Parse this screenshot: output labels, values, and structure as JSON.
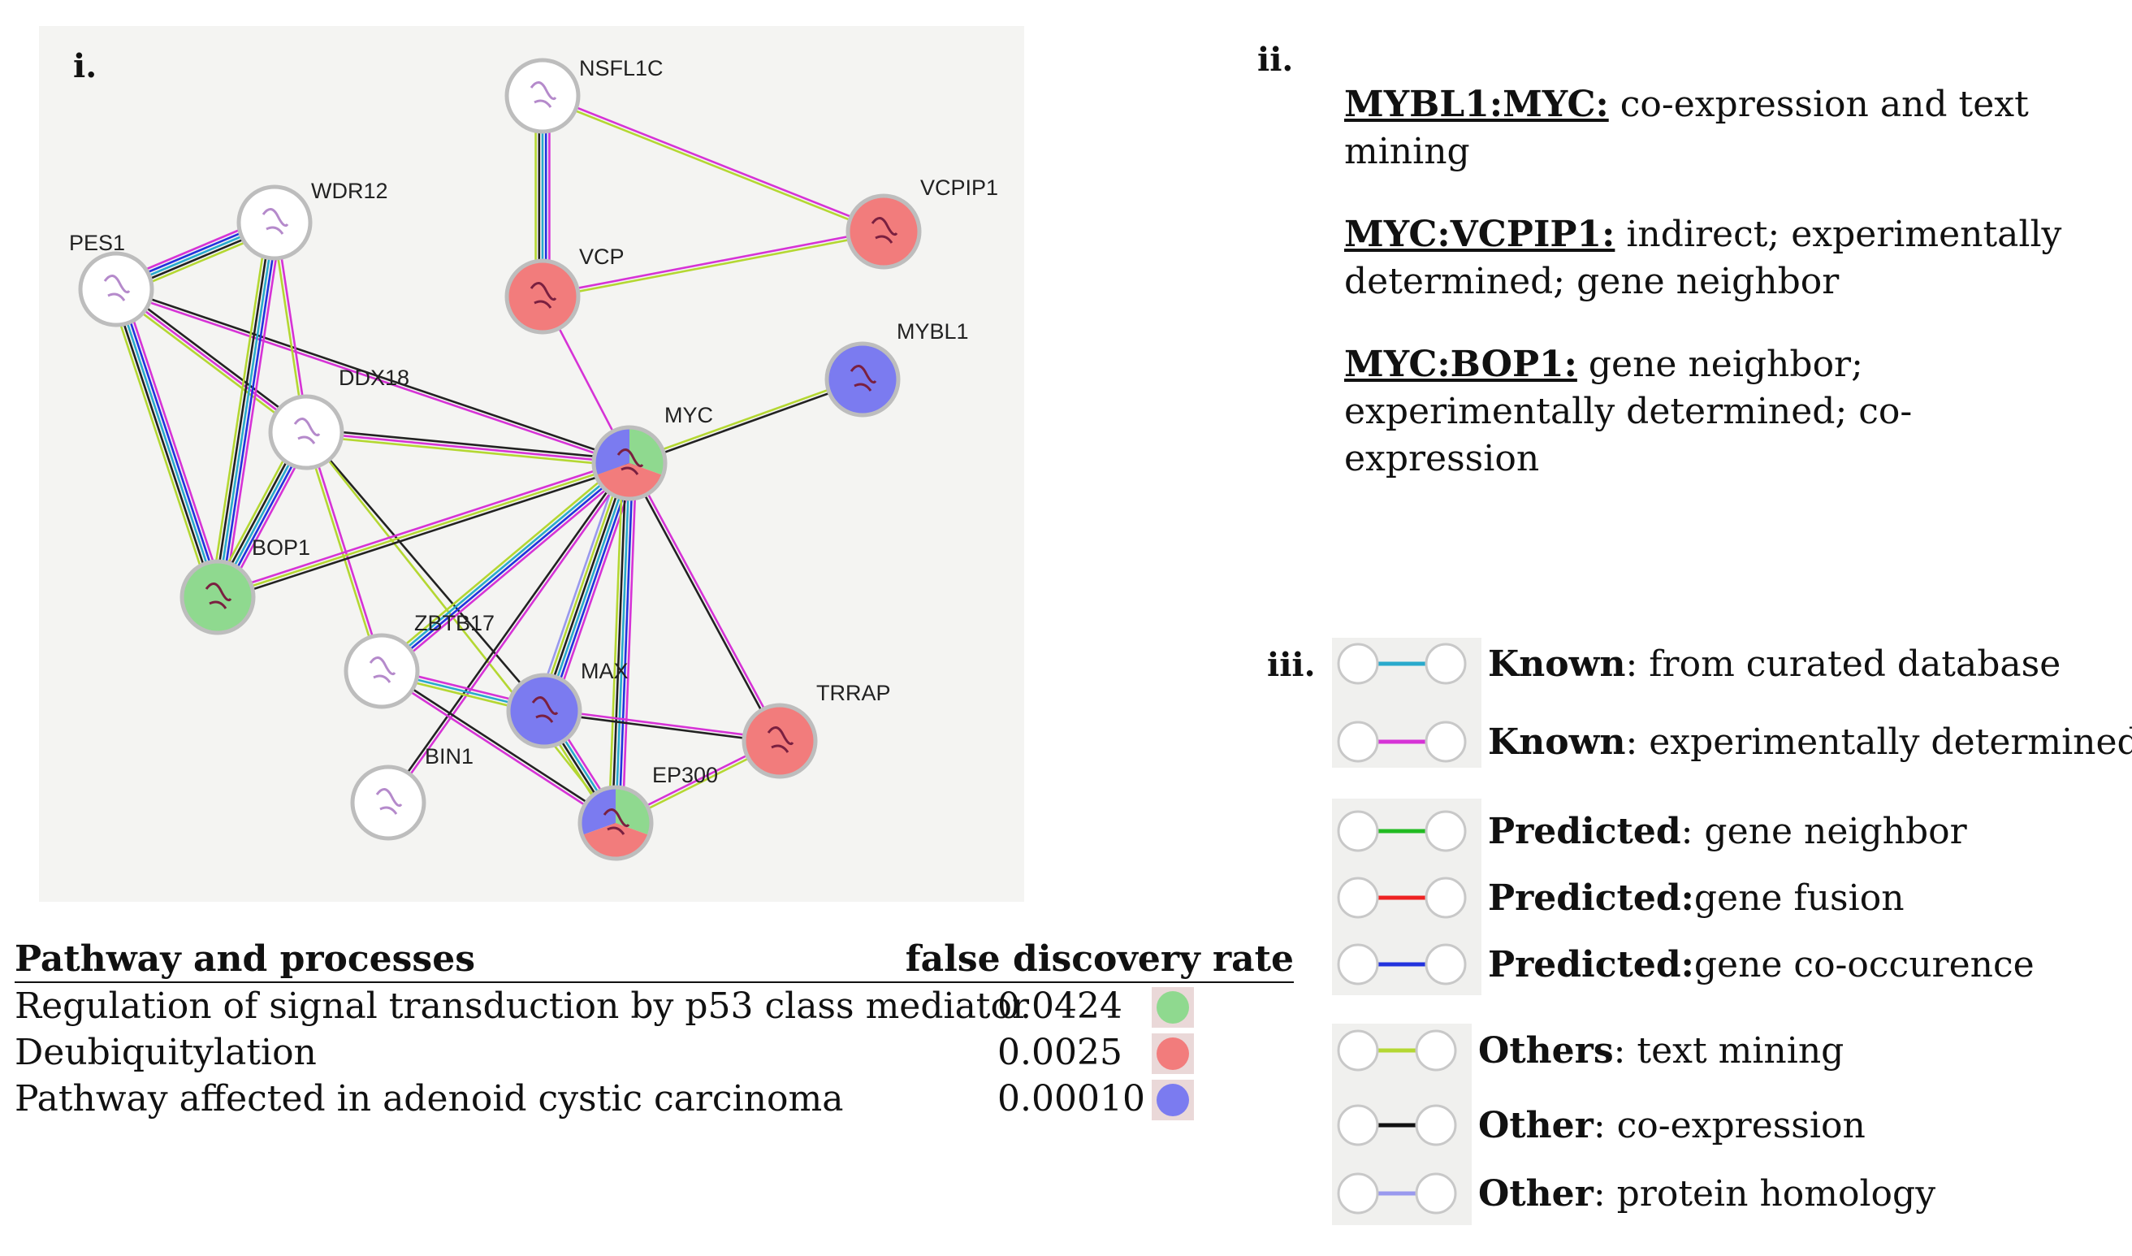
{
  "panels": {
    "i": "i.",
    "ii": "ii.",
    "iii": "iii."
  },
  "colors": {
    "red": "#f27c7c",
    "green": "#8fd98f",
    "blue": "#7b7bf0",
    "white": "#ffffff"
  },
  "network": {
    "nodes": [
      {
        "id": "NSFL1C",
        "label": "NSFL1C",
        "fill": [
          "white"
        ]
      },
      {
        "id": "WDR12",
        "label": "WDR12",
        "fill": [
          "white"
        ]
      },
      {
        "id": "PES1",
        "label": "PES1",
        "fill": [
          "white"
        ]
      },
      {
        "id": "VCPIP1",
        "label": "VCPIP1",
        "fill": [
          "red"
        ]
      },
      {
        "id": "VCP",
        "label": "VCP",
        "fill": [
          "red"
        ]
      },
      {
        "id": "MYBL1",
        "label": "MYBL1",
        "fill": [
          "blue"
        ]
      },
      {
        "id": "DDX18",
        "label": "DDX18",
        "fill": [
          "white"
        ]
      },
      {
        "id": "MYC",
        "label": "MYC",
        "fill": [
          "blue",
          "green",
          "red"
        ]
      },
      {
        "id": "BOP1",
        "label": "BOP1",
        "fill": [
          "green"
        ]
      },
      {
        "id": "ZBTB17",
        "label": "ZBTB17",
        "fill": [
          "white"
        ]
      },
      {
        "id": "MAX",
        "label": "MAX",
        "fill": [
          "blue"
        ]
      },
      {
        "id": "TRRAP",
        "label": "TRRAP",
        "fill": [
          "red"
        ]
      },
      {
        "id": "BIN1",
        "label": "BIN1",
        "fill": [
          "white"
        ]
      },
      {
        "id": "EP300",
        "label": "EP300",
        "fill": [
          "blue",
          "green",
          "red"
        ]
      }
    ],
    "edges": [
      [
        "NSFL1C",
        "VCP",
        [
          "magenta",
          "blue",
          "cyan",
          "black",
          "yellowgreen"
        ]
      ],
      [
        "NSFL1C",
        "VCPIP1",
        [
          "magenta",
          "yellowgreen"
        ]
      ],
      [
        "VCP",
        "VCPIP1",
        [
          "magenta",
          "yellowgreen"
        ]
      ],
      [
        "VCP",
        "MYC",
        [
          "magenta"
        ]
      ],
      [
        "MYC",
        "MYBL1",
        [
          "yellowgreen",
          "black"
        ]
      ],
      [
        "PES1",
        "WDR12",
        [
          "magenta",
          "blue",
          "cyan",
          "black",
          "yellowgreen"
        ]
      ],
      [
        "PES1",
        "DDX18",
        [
          "black",
          "magenta",
          "yellowgreen"
        ]
      ],
      [
        "PES1",
        "BOP1",
        [
          "magenta",
          "blue",
          "cyan",
          "black",
          "yellowgreen"
        ]
      ],
      [
        "PES1",
        "MYC",
        [
          "black",
          "magenta"
        ]
      ],
      [
        "WDR12",
        "DDX18",
        [
          "magenta",
          "yellowgreen"
        ]
      ],
      [
        "WDR12",
        "BOP1",
        [
          "magenta",
          "blue",
          "cyan",
          "black",
          "yellowgreen"
        ]
      ],
      [
        "DDX18",
        "BOP1",
        [
          "magenta",
          "blue",
          "cyan",
          "black",
          "yellowgreen"
        ]
      ],
      [
        "DDX18",
        "MYC",
        [
          "black",
          "magenta",
          "yellowgreen"
        ]
      ],
      [
        "DDX18",
        "ZBTB17",
        [
          "magenta",
          "yellowgreen"
        ]
      ],
      [
        "DDX18",
        "MAX",
        [
          "black"
        ]
      ],
      [
        "DDX18",
        "EP300",
        [
          "yellowgreen"
        ]
      ],
      [
        "BOP1",
        "MYC",
        [
          "magenta",
          "yellowgreen",
          "black"
        ]
      ],
      [
        "MYC",
        "ZBTB17",
        [
          "magenta",
          "blue",
          "cyan",
          "yellowgreen"
        ]
      ],
      [
        "MYC",
        "MAX",
        [
          "magenta",
          "blue",
          "cyan",
          "black",
          "yellowgreen",
          "lightslateblue"
        ]
      ],
      [
        "MYC",
        "TRRAP",
        [
          "magenta",
          "black"
        ]
      ],
      [
        "MYC",
        "EP300",
        [
          "magenta",
          "blue",
          "cyan",
          "black",
          "yellowgreen"
        ]
      ],
      [
        "MYC",
        "BIN1",
        [
          "magenta",
          "black"
        ]
      ],
      [
        "ZBTB17",
        "MAX",
        [
          "magenta",
          "cyan",
          "yellowgreen"
        ]
      ],
      [
        "ZBTB17",
        "EP300",
        [
          "black",
          "magenta"
        ]
      ],
      [
        "MAX",
        "TRRAP",
        [
          "magenta",
          "black"
        ]
      ],
      [
        "MAX",
        "EP300",
        [
          "magenta",
          "cyan",
          "black",
          "yellowgreen"
        ]
      ],
      [
        "EP300",
        "TRRAP",
        [
          "magenta",
          "yellowgreen"
        ]
      ]
    ]
  },
  "relationships": [
    {
      "pair": "MYBL1:MYC:",
      "desc": " co-expression and text mining"
    },
    {
      "pair": "MYC:VCPIP1:",
      "desc": " indirect; experimentally determined; gene neighbor"
    },
    {
      "pair": "MYC:BOP1:",
      "desc": " gene neighbor; experimentally determined; co-expression"
    }
  ],
  "legend": [
    {
      "bold": "Known",
      "text": ": from curated database",
      "color": "#29aacc"
    },
    {
      "bold": "Known",
      "text": ": experimentally determined",
      "color": "#d633d6"
    },
    {
      "bold": "Predicted",
      "text": ": gene neighbor",
      "color": "#22bb22"
    },
    {
      "bold": "Predicted:",
      "text": " gene fusion",
      "color": "#ee2222"
    },
    {
      "bold": "Predicted:",
      "text": " gene co-occurence",
      "color": "#2233dd"
    },
    {
      "bold": "Others",
      "text": ": text mining",
      "color": "#b4d732"
    },
    {
      "bold": "Other",
      "text": ": co-expression",
      "color": "#111111"
    },
    {
      "bold": "Other",
      "text": ": protein homology",
      "color": "#9999ee"
    }
  ],
  "pathways": {
    "header": {
      "name": "Pathway and processes",
      "fdr": "false discovery rate"
    },
    "rows": [
      {
        "name": "Regulation of signal transduction by p53 class mediator",
        "fdr": "0.0424",
        "color": "#8fd98f"
      },
      {
        "name": "Deubiquitylation",
        "fdr": "0.0025",
        "color": "#f27c7c"
      },
      {
        "name": "Pathway affected in adenoid cystic carcinoma",
        "fdr": "0.00010",
        "color": "#7b7bf0"
      }
    ]
  }
}
